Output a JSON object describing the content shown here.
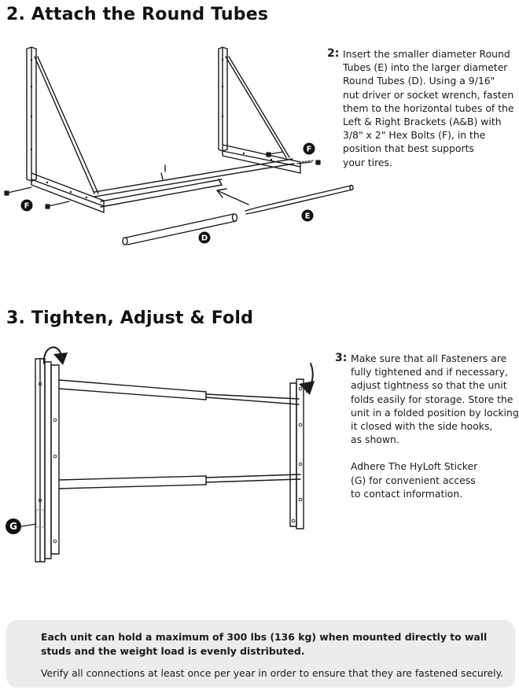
{
  "step2": {
    "heading": "2. Attach the Round Tubes",
    "number": "2:",
    "lines": [
      "Insert the smaller diameter Round",
      "Tubes (E) into the larger diameter",
      "Round Tubes (D). Using a 9/16\"",
      "nut driver or socket wrench, fasten",
      "them to the horizontal tubes of the",
      "Left & Right Brackets (A&B) with",
      "3/8\" x 2\" Hex Bolts (F), in the",
      "position that best supports",
      "your tires."
    ],
    "callouts": {
      "bolt_right": "F",
      "bolt_left": "F",
      "tube_small": "E",
      "tube_large": "D"
    }
  },
  "step3": {
    "heading": "3. Tighten, Adjust & Fold",
    "number": "3:",
    "lines": [
      "Make sure that all Fasteners are",
      "fully tightened and if necessary,",
      "adjust tightness so that the unit",
      "folds easily for storage. Store the",
      "unit in a folded position by locking",
      "it closed with the side hooks,",
      "as shown."
    ],
    "sticker_lines": [
      "Adhere The HyLoft Sticker",
      "(G) for convenient access",
      "to contact information."
    ],
    "callouts": {
      "sticker": "G"
    }
  },
  "note": {
    "bold": "Each unit can hold a maximum of 300 lbs (136 kg) when mounted directly to wall studs and the weight load is evenly distributed.",
    "plain": "Verify all connections at least once per year in order to ensure that they are fastened securely."
  },
  "colors": {
    "ink": "#1a1a1a",
    "note_background": "#ececec",
    "callout_fill": "#111111"
  },
  "icons": [
    "rotation-arrow-icon",
    "direction-arrow-icon"
  ]
}
